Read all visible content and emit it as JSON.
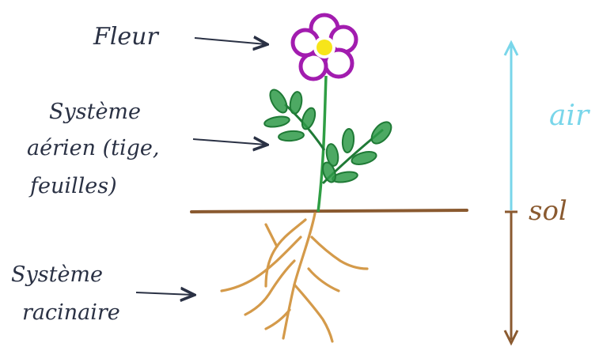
{
  "labels": {
    "fleur": "Fleur",
    "systeme_aerien_line1": "Système",
    "systeme_aerien_line2": "aérien (tige,",
    "systeme_aerien_line3": "feuilles)",
    "systeme_racinaire_line1": "Système",
    "systeme_racinaire_line2": "racinaire",
    "air": "air",
    "sol": "sol"
  },
  "colors": {
    "ink": "#2a3144",
    "petal": "#a21caf",
    "flower_center": "#f7e51a",
    "stem": "#2f9e44",
    "leaf_fill": "#2e9a48",
    "ground": "#8a5a30",
    "roots": "#d49a4a",
    "air_arrow": "#79d6ea",
    "soil_arrow": "#8a5a30"
  }
}
